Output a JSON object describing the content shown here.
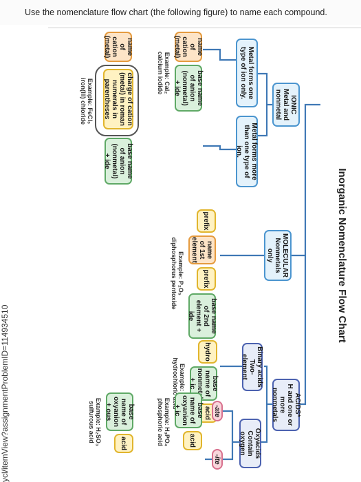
{
  "instruction": "Use the nomenclature flow chart (the following figure) to name each compound.",
  "url": "ycl/itemView?assignmentProblemID=114934510",
  "diagram": {
    "title": "Inorganic Nomenclature Flow Chart",
    "ionic": {
      "label": "IONIC",
      "sub": "Metal and nonmetal"
    },
    "metal_one": "Metal forms one type of ion only.",
    "metal_more": "Metal forms more than one type of ion.",
    "one_cation": "name of cation (metal)",
    "one_anion": "base name of anion (nonmetal) + ide",
    "one_example": "Example: CaI₂ calcium iodide",
    "more_cation": "name of cation (metal)",
    "more_charge": "charge of cation (metal) in roman numerals in parentheses",
    "more_anion": "base name of anion (nonmetal) + ide",
    "more_example": "Example: FeCl₃ iron(III) chloride",
    "molecular": {
      "label": "MOLECULAR",
      "sub": "Nonmetals only"
    },
    "mol_prefix1": "prefix",
    "mol_first": "name of 1st element",
    "mol_prefix2": "prefix",
    "mol_second": "base name of 2nd element + ide",
    "mol_example": "Example: P₂O₅ diphosphorus pentoxide",
    "acids": {
      "label": "ACIDS*",
      "sub": "H and one or more nonmetals"
    },
    "binary": "Binary acids Two-element",
    "bin_hydro": "hydro",
    "bin_base": "base name of nonmetal + ic",
    "bin_acid": "acid",
    "bin_example": "Example: HCl hydrochloric acid",
    "oxy": "Oxyacids Contain oxygen",
    "ate": "-ate",
    "ite": "-ite",
    "ate_base": "base name of oxyanion + ic",
    "ate_acid": "acid",
    "ate_example": "Example: H₃PO₄ phosphoric acid",
    "ite_base": "base name of oxyanion + ous",
    "ite_acid": "acid",
    "ite_example": "Example: H₂SO₃ sulfurous acid"
  }
}
